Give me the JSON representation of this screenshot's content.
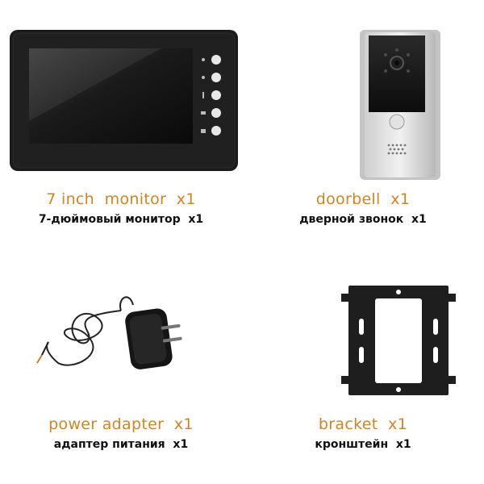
{
  "colors": {
    "accent": "#c9862a",
    "text_dark": "#111111",
    "background": "#ffffff"
  },
  "items": [
    {
      "name_en": "7 inch  monitor  x1",
      "name_ru": "7-дюймовый монитор  x1",
      "icon": "monitor-icon"
    },
    {
      "name_en": "doorbell  x1",
      "name_ru": "дверной звонок  x1",
      "icon": "doorbell-icon"
    },
    {
      "name_en": "power adapter  x1",
      "name_ru": "адаптер питания  x1",
      "icon": "power-adapter-icon"
    },
    {
      "name_en": "bracket  x1",
      "name_ru": "кронштейн  x1",
      "icon": "bracket-icon"
    }
  ]
}
